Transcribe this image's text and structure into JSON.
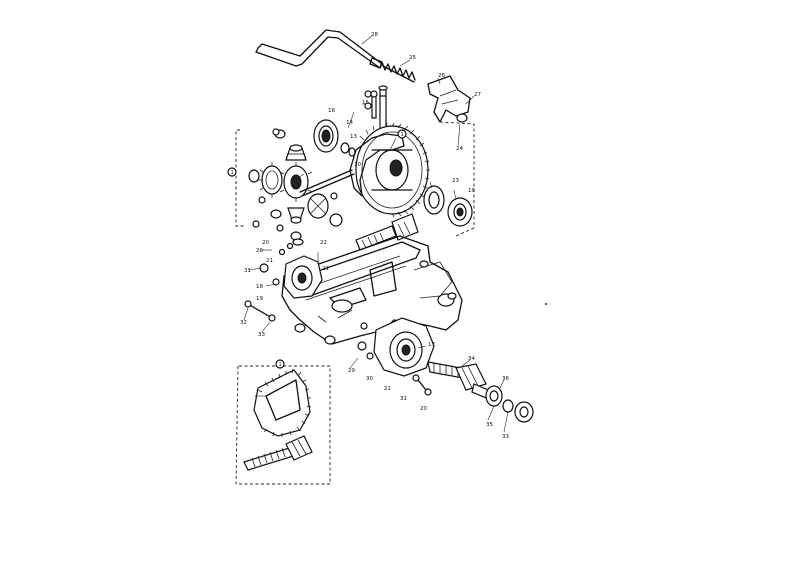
{
  "labels": {
    "l19a": "19",
    "l19b": "19",
    "l20a": "20",
    "l20b": "20",
    "l20c": "20",
    "l21a": "21",
    "l21b": "21",
    "l22a": "22",
    "l22b": "22",
    "l23": "23",
    "l24": "24",
    "l25": "25",
    "l26": "26",
    "l27": "27",
    "l28": "28",
    "l29": "29",
    "l30": "30",
    "l31a": "31",
    "l31b": "31",
    "l32": "32",
    "l33a": "33",
    "l33b": "33",
    "l34": "34",
    "l35": "35",
    "l36": "36",
    "l17": "17",
    "l18": "18",
    "l16": "16",
    "l15": "15",
    "l14": "14",
    "l10": "10",
    "l13": "13",
    "c1a": "1",
    "c1b": "1",
    "c1c": "1"
  },
  "colors": {
    "ink": "#111111",
    "paper": "#ffffff"
  }
}
